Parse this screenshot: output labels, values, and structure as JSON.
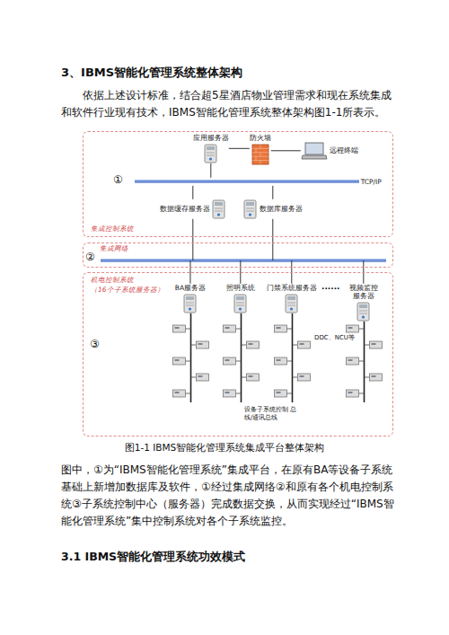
{
  "diagram": {
    "title": "3、IBMS智能化管理系统整体架构",
    "caption": "图1-1 IBMS智能化管理系统集成平台整体架构",
    "nodes": [
      {
        "text": [
          "集成控制系统"
        ]
      },
      {
        "text": [
          "应用服务器"
        ],
        "in": 0
      },
      {
        "text": [
          "防火墙"
        ],
        "in": 0
      },
      {
        "text": [
          "远程终端"
        ],
        "in": 0
      },
      {
        "text": [
          "TCP/IP"
        ],
        "in": 0
      },
      {
        "text": [
          "数据缓存服务器"
        ],
        "in": 0
      },
      {
        "text": [
          "数据库服务器"
        ],
        "in": 0
      },
      {
        "text": [
          "集成网络"
        ]
      },
      {
        "text": [
          "机电控制系统",
          "（16个子系统服务器）"
        ]
      },
      {
        "text": [
          "BA服务器"
        ],
        "in": 8
      },
      {
        "text": [
          "照明系统"
        ],
        "in": 8
      },
      {
        "text": [
          "门禁系统服务器"
        ],
        "in": 8
      },
      {
        "text": [
          "视频监控服务器"
        ],
        "in": 8
      }
    ],
    "edges": [
      {
        "from": 1,
        "to": 2,
        "arrow": "none"
      },
      {
        "from": 2,
        "to": 3,
        "arrow": "none"
      },
      {
        "from": 1,
        "to": 4,
        "arrow": "none"
      },
      {
        "from": 5,
        "to": 4,
        "arrow": "none"
      },
      {
        "from": 6,
        "to": 4,
        "arrow": "none"
      },
      {
        "from": 5,
        "to": 7,
        "arrow": "none"
      },
      {
        "from": 6,
        "to": 7,
        "arrow": "none"
      },
      {
        "from": 9,
        "to": 7,
        "arrow": "none"
      },
      {
        "from": 10,
        "to": 7,
        "arrow": "none"
      },
      {
        "from": 11,
        "to": 7,
        "arrow": "none"
      },
      {
        "from": 12,
        "to": 7,
        "arrow": "none"
      }
    ],
    "labels": [
      "依据上述设计标准，结合超5星酒店物业管理需求和现在系统集成和软件行业现有技术，IBMS智能化管理系统整体架构图1-1所表示。",
      "①",
      "②",
      "③",
      "......",
      "DDC、NCU等",
      "设备子系统控制 总线/通讯总线",
      "图中，①为“IBMS智能化管理系统”集成平台，在原有BA等设备子系统基础上新增加数据库及软件，①经过集成网络②和原有各个机电控制系统③子系统控制中心（服务器）完成数据交换，从而实现经过“IBMS智能化管理系统”集中控制系统对各个子系统监控。",
      "3.1 IBMS智能化管理系统功效模式"
    ]
  }
}
